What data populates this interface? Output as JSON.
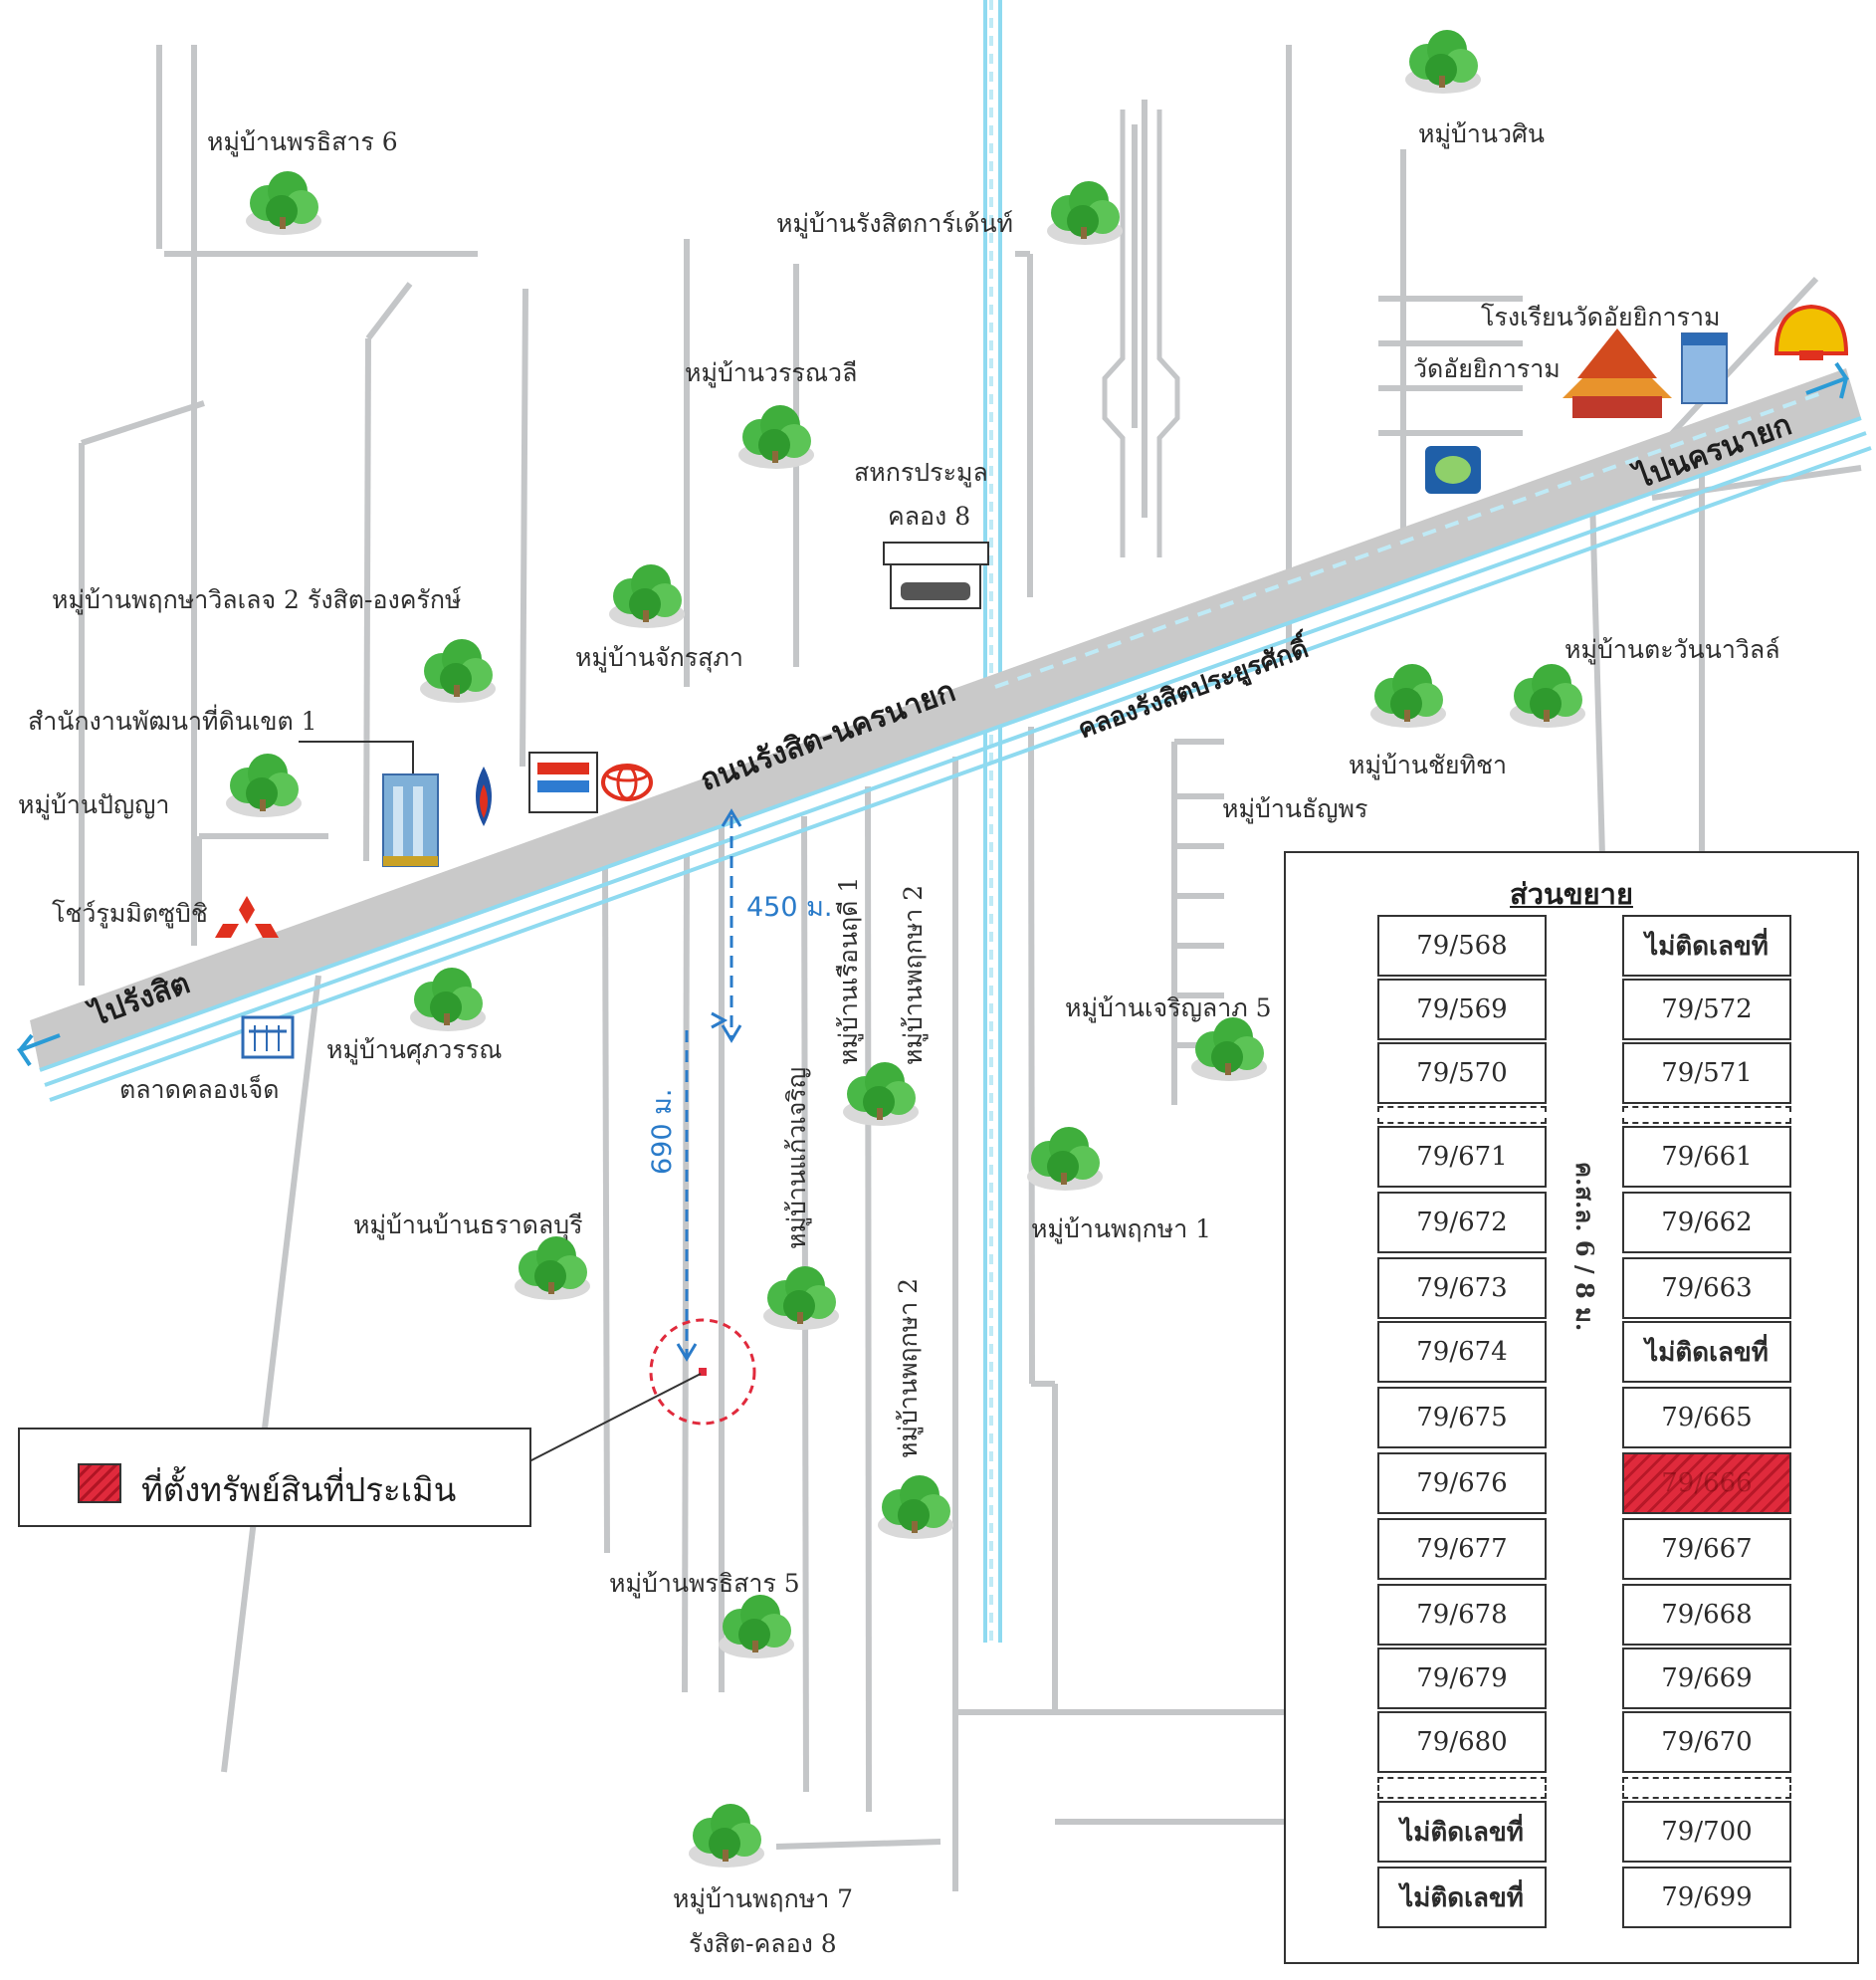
{
  "labels": {
    "phonsiri6": "หมู่บ้านพรธิสาร 6",
    "rangsit_garden": "หมู่บ้านรังสิตการ์เด้นท์",
    "warin": "หมู่บ้านวศิน",
    "wannasi": "หมู่บ้านวรรณวลี",
    "school": "โรงเรียนวัดอัยยิการาม",
    "temple": "วัดอัยยิการาม",
    "cooperative_1": "สหกรประมูล",
    "cooperative_2": "คลอง 8",
    "pruksa_village2": "หมู่บ้านพฤกษาวิลเลจ 2 รังสิต-องครักษ์",
    "chakrasupha": "หมู่บ้านจักรสุภา",
    "land_office": "สำนักงานพัฒนาที่ดินเขต 1",
    "road_main": "ถนนรังสิต-นครนายก",
    "canal_main": "คลองรังสิตประยูรศักดิ์",
    "to_nakhonnayok": "ไปนครนายก",
    "to_rangsit": "ไปรังสิต",
    "pattanavill": "หมู่บ้านตะวันนาวิลล์",
    "chaitida": "หมู่บ้านชัยทิชา",
    "thanyaporn": "หมู่บ้านธัญพร",
    "panya": "หมู่บ้านปัญญา",
    "showroom": "โชว์รูมมิตซูบิชิ",
    "suphawan": "หมู่บ้านศุภวรรณ",
    "market": "ตลาดคลองเจ็ด",
    "dist450": "450 ม.",
    "dist690": "690 ม.",
    "ruenrudee": "หมู่บ้านเรือนฤดี 1",
    "pruksa2_top": "หมู่บ้านพฤกษา 2",
    "charoenlap5": "หมู่บ้านเจริญลาภ 5",
    "thanaworn": "หมู่บ้านแก้วเจริญ",
    "ratchaburi": "หมู่บ้านบ้านธราดลบุรี",
    "pruksa1": "หมู่บ้านพฤกษา 1",
    "pruksa2_bottom": "หมู่บ้านพฤกษา 2",
    "phonsiri5": "หมู่บ้านพรธิสาร 5",
    "pruksa7_1": "หมู่บ้านพฤกษา 7",
    "pruksa7_2": "รังสิต-คลอง 8"
  },
  "legend": {
    "label": "ที่ตั้งทรัพย์สินที่ประเมิน"
  },
  "inset": {
    "title": "ส่วนขยาย",
    "road_label": "ค.ส.ล. 6 / 8 ม.",
    "left_lots": [
      {
        "text": "79/568"
      },
      {
        "text": "79/569"
      },
      {
        "text": "79/570"
      },
      {
        "text": ""
      },
      {
        "text": "79/671"
      },
      {
        "text": "79/672"
      },
      {
        "text": "79/673"
      },
      {
        "text": "79/674"
      },
      {
        "text": "79/675"
      },
      {
        "text": "79/676"
      },
      {
        "text": "79/677"
      },
      {
        "text": "79/678"
      },
      {
        "text": "79/679"
      },
      {
        "text": "79/680"
      },
      {
        "text": ""
      },
      {
        "text": "ไม่ติดเลขที่"
      },
      {
        "text": "ไม่ติดเลขที่"
      }
    ],
    "right_lots": [
      {
        "text": "ไม่ติดเลขที่"
      },
      {
        "text": "79/572"
      },
      {
        "text": "79/571"
      },
      {
        "text": ""
      },
      {
        "text": "79/661"
      },
      {
        "text": "79/662"
      },
      {
        "text": "79/663"
      },
      {
        "text": "ไม่ติดเลขที่"
      },
      {
        "text": "79/665"
      },
      {
        "text": "79/666"
      },
      {
        "text": "79/667"
      },
      {
        "text": "79/668"
      },
      {
        "text": "79/669"
      },
      {
        "text": "79/670"
      },
      {
        "text": ""
      },
      {
        "text": "79/700"
      },
      {
        "text": "79/699"
      }
    ],
    "subject_lot": "79/666"
  },
  "colors": {
    "road": "#c8c8c8",
    "canal": "#7fd6ee",
    "tree": "#3fae3c",
    "subject": "#e02a3c",
    "distance": "#2a7bc9"
  },
  "icons": [
    "tree-icon",
    "tesco-lotus-logo",
    "toyota-logo",
    "ptt-logo",
    "mitsubishi-logo",
    "shell-logo",
    "temple-icon",
    "basket-icon",
    "car-showroom-icon",
    "office-building-icon",
    "bangchak-logo"
  ]
}
